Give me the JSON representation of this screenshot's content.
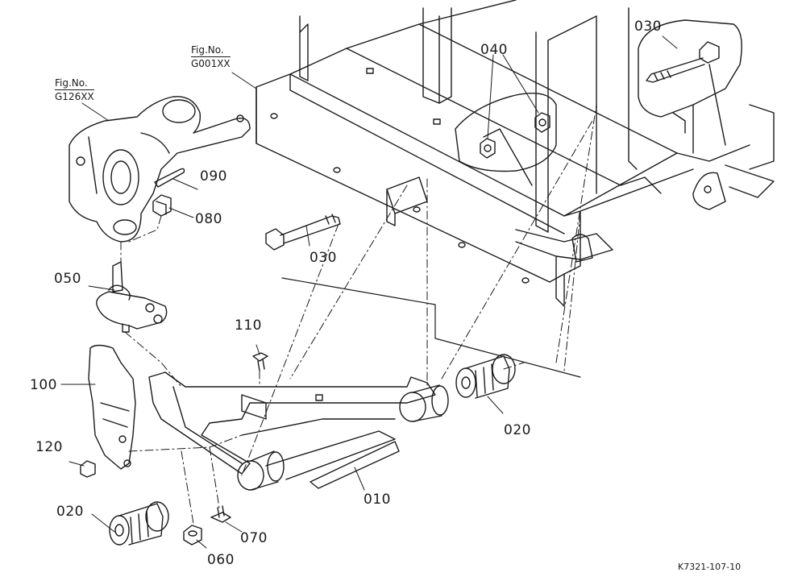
{
  "figure_refs": {
    "frame": {
      "prefix": "Fig.No.",
      "code": "G001XX"
    },
    "knuckle": {
      "prefix": "Fig.No.",
      "code": "G126XX"
    }
  },
  "part_labels": {
    "p010": "010",
    "p020_rear": "020",
    "p020_front": "020",
    "p030_top": "030",
    "p030_bottom": "030",
    "p040": "040",
    "p050": "050",
    "p060": "060",
    "p070": "070",
    "p080": "080",
    "p090": "090",
    "p100": "100",
    "p110": "110",
    "p120": "120"
  },
  "drawing_code": "K7321-107-10",
  "colors": {
    "line": "#1a1a1a",
    "background": "#ffffff"
  }
}
